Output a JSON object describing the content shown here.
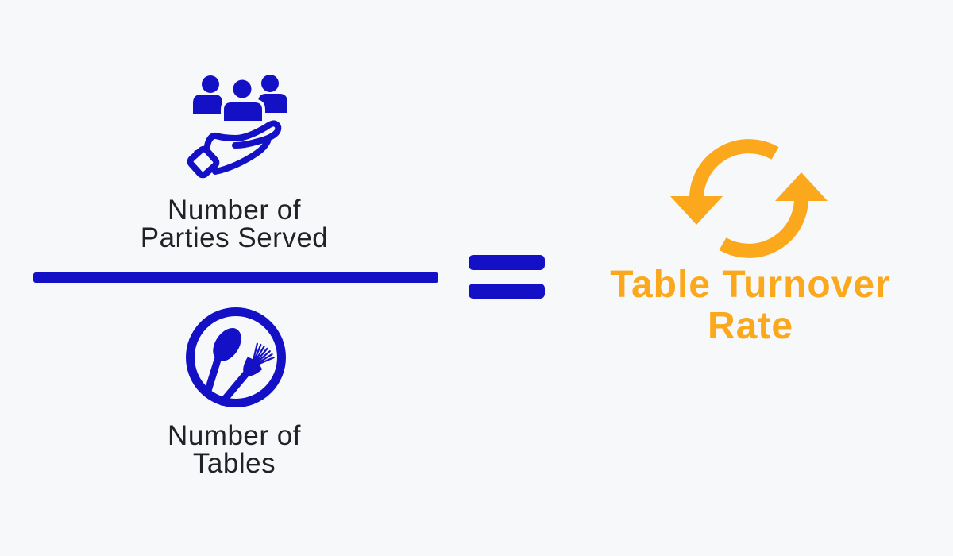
{
  "page": {
    "background": "#f7f8fa"
  },
  "colors": {
    "blue": "#1410c6",
    "orange": "#fba81c",
    "text": "#202227"
  },
  "formula": {
    "numerator": {
      "line1": "Number of",
      "line2": "Parties Served"
    },
    "denominator": {
      "line1": "Number of",
      "line2": "Tables"
    },
    "operator": "=",
    "result": {
      "line1": "Table Turnover",
      "line2": "Rate"
    }
  },
  "icons": {
    "numerator": "parties-served-hand-icon",
    "denominator": "spoon-fork-circle-icon",
    "result": "turnover-cycle-arrows-icon"
  }
}
